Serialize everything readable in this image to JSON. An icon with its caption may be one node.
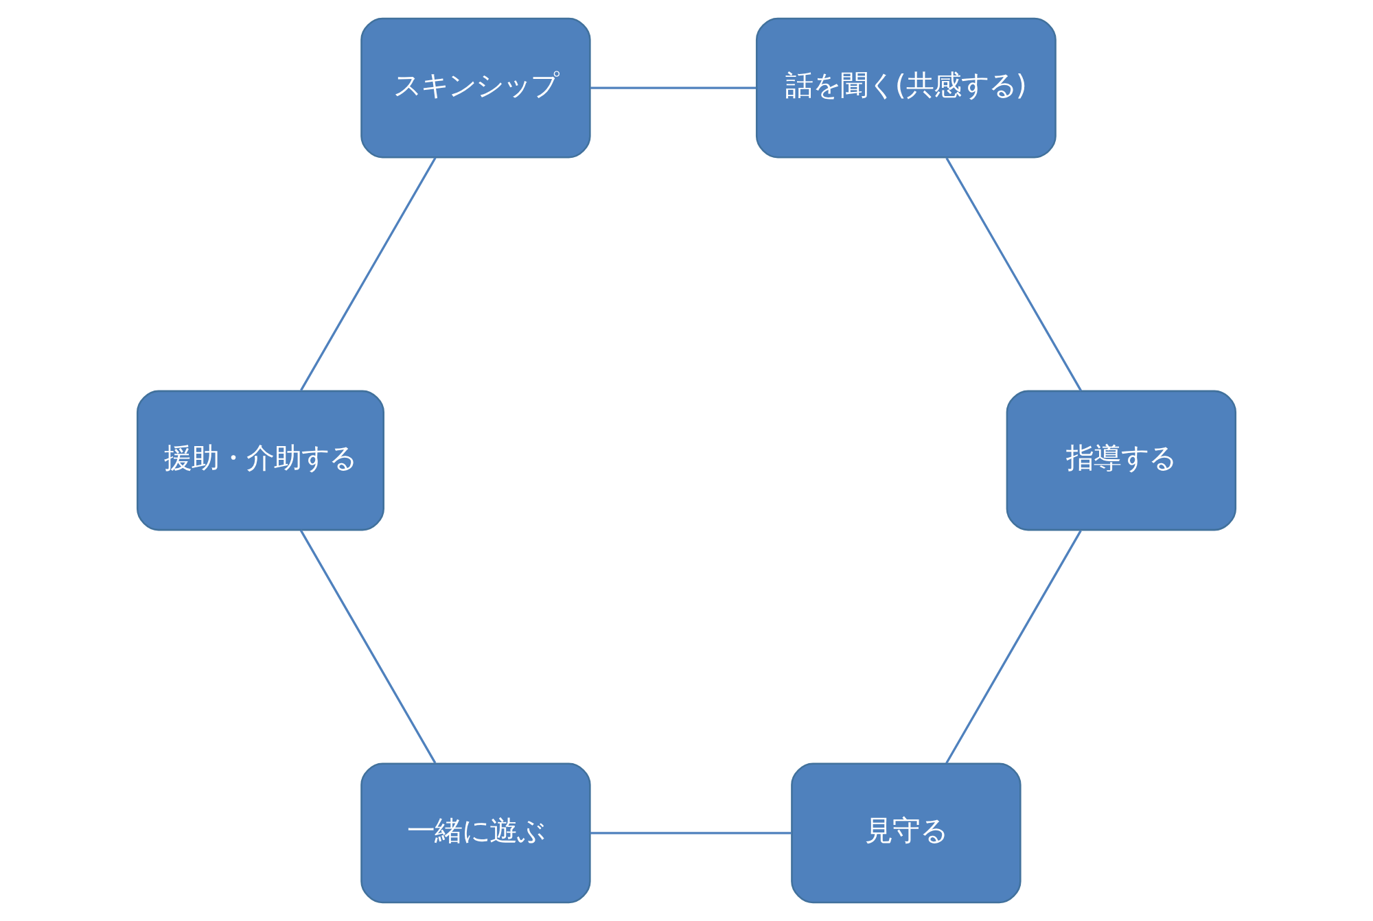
{
  "diagram": {
    "nodes": [
      {
        "text": [
          "見守る"
        ]
      },
      {
        "text": [
          "一緒に遊ぶ"
        ]
      },
      {
        "text": [
          "援助・介助する"
        ]
      },
      {
        "text": [
          "スキンシップ"
        ]
      },
      {
        "text": [
          "話を聞く(共感する)"
        ]
      },
      {
        "text": [
          "指導する"
        ]
      }
    ],
    "edges": [
      {
        "from": 0,
        "to": 1,
        "arrow": "none"
      },
      {
        "from": 1,
        "to": 2,
        "arrow": "none"
      },
      {
        "from": 2,
        "to": 3,
        "arrow": "none"
      },
      {
        "from": 3,
        "to": 4,
        "arrow": "none"
      },
      {
        "from": 4,
        "to": 5,
        "arrow": "none"
      },
      {
        "from": 5,
        "to": 0,
        "arrow": "none"
      }
    ]
  }
}
